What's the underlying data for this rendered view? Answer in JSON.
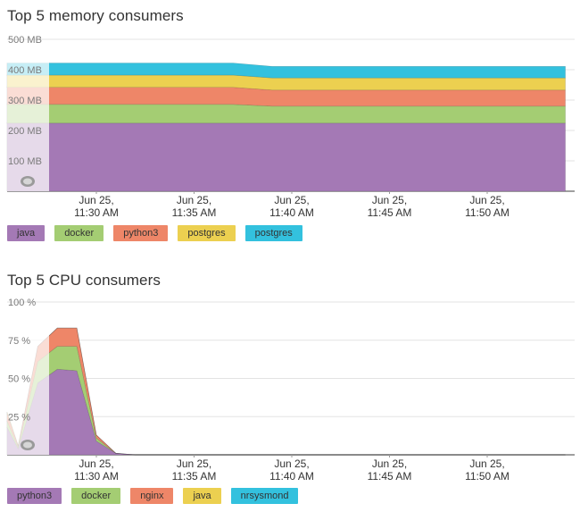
{
  "chart_data": [
    {
      "id": "memory",
      "type": "area",
      "stacked": true,
      "title": "Top 5 memory consumers",
      "y_unit": "MB",
      "ylim": [
        0,
        500
      ],
      "yticks": [
        {
          "value": 100,
          "label": "100 MB"
        },
        {
          "value": 200,
          "label": "200 MB"
        },
        {
          "value": 300,
          "label": "300 MB"
        },
        {
          "value": 400,
          "label": "400 MB"
        },
        {
          "value": 500,
          "label": "500 MB"
        }
      ],
      "xlim": [
        "11:25",
        "11:54"
      ],
      "xticks": [
        {
          "time": "11:30",
          "line1": "Jun 25,",
          "line2": "11:30 AM"
        },
        {
          "time": "11:35",
          "line1": "Jun 25,",
          "line2": "11:35 AM"
        },
        {
          "time": "11:40",
          "line1": "Jun 25,",
          "line2": "11:40 AM"
        },
        {
          "time": "11:45",
          "line1": "Jun 25,",
          "line2": "11:45 AM"
        },
        {
          "time": "11:50",
          "line1": "Jun 25,",
          "line2": "11:50 AM"
        }
      ],
      "x": [
        "11:25",
        "11:37",
        "11:39",
        "11:54"
      ],
      "series": [
        {
          "name": "java",
          "color": "#a479b5",
          "values": [
            224,
            224,
            224,
            224
          ]
        },
        {
          "name": "docker",
          "color": "#a4cd73",
          "values": [
            62,
            62,
            56,
            56
          ]
        },
        {
          "name": "python3",
          "color": "#ee8668",
          "values": [
            56,
            56,
            53,
            53
          ]
        },
        {
          "name": "postgres",
          "color": "#ecd050",
          "values": [
            40,
            40,
            40,
            40
          ]
        },
        {
          "name": "postgres",
          "color": "#33c1de",
          "values": [
            40,
            40,
            38,
            38
          ]
        }
      ],
      "grid": true,
      "legend_position": "bottom-left"
    },
    {
      "id": "cpu",
      "type": "area",
      "stacked": true,
      "title": "Top 5 CPU consumers",
      "y_unit": "%",
      "ylim": [
        0,
        100
      ],
      "yticks": [
        {
          "value": 25,
          "label": "25 %"
        },
        {
          "value": 50,
          "label": "50 %"
        },
        {
          "value": 75,
          "label": "75 %"
        },
        {
          "value": 100,
          "label": "100 %"
        }
      ],
      "xlim": [
        "11:25",
        "11:54"
      ],
      "xticks": [
        {
          "time": "11:30",
          "line1": "Jun 25,",
          "line2": "11:30 AM"
        },
        {
          "time": "11:35",
          "line1": "Jun 25,",
          "line2": "11:35 AM"
        },
        {
          "time": "11:40",
          "line1": "Jun 25,",
          "line2": "11:40 AM"
        },
        {
          "time": "11:45",
          "line1": "Jun 25,",
          "line2": "11:45 AM"
        },
        {
          "time": "11:50",
          "line1": "Jun 25,",
          "line2": "11:50 AM"
        }
      ],
      "x": [
        "11:25",
        "11:26",
        "11:27",
        "11:28",
        "11:29",
        "11:30",
        "11:31",
        "11:32",
        "11:33",
        "11:54"
      ],
      "series": [
        {
          "name": "python3",
          "color": "#a479b5",
          "values": [
            18,
            4,
            47,
            56,
            55,
            9,
            1,
            0,
            0,
            0
          ]
        },
        {
          "name": "docker",
          "color": "#a4cd73",
          "values": [
            4,
            1,
            14,
            15,
            16,
            2,
            0,
            0,
            0,
            0
          ]
        },
        {
          "name": "nginx",
          "color": "#ee8668",
          "values": [
            5,
            1,
            10,
            12,
            12,
            2,
            0,
            0,
            0,
            0
          ]
        },
        {
          "name": "java",
          "color": "#ecd050",
          "values": [
            1,
            0,
            0,
            0,
            0,
            0,
            0,
            0,
            0,
            0
          ]
        },
        {
          "name": "nrsysmond",
          "color": "#33c1de",
          "values": [
            0,
            0,
            0,
            0,
            0,
            0,
            0,
            0,
            0,
            0
          ]
        }
      ],
      "grid": true,
      "legend_position": "bottom-left"
    }
  ]
}
